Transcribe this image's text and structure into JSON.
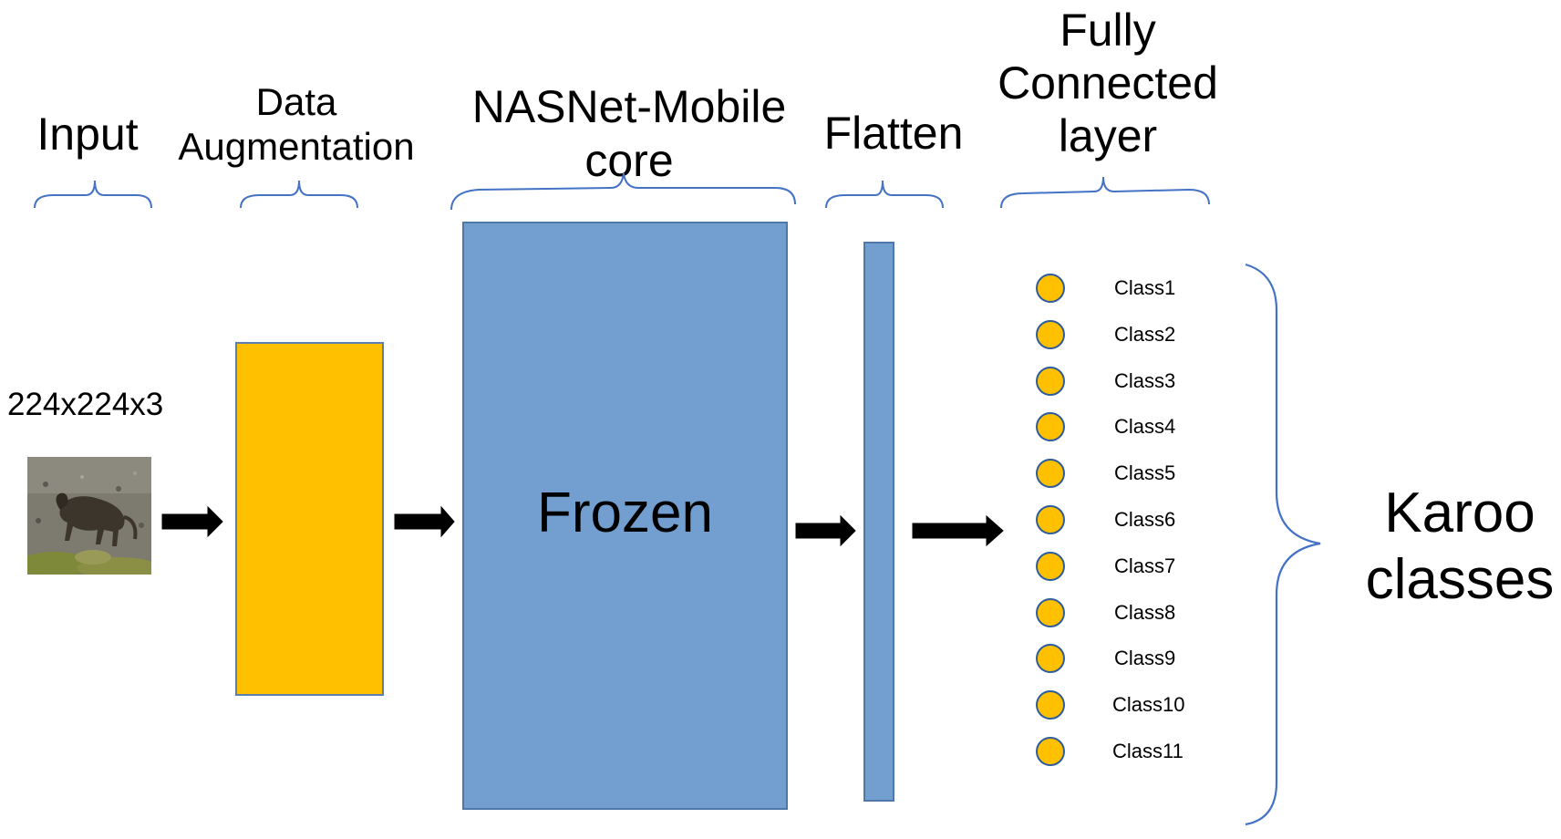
{
  "diagram": {
    "headers": {
      "input": "Input",
      "augmentation": "Data Augmentation",
      "core": "NASNet-Mobile core",
      "flatten": "Flatten",
      "fully_connected": "Fully Connected layer"
    },
    "input_size": "224x224x3",
    "frozen_label": "Frozen",
    "classes": [
      "Class1",
      "Class2",
      "Class3",
      "Class4",
      "Class5",
      "Class6",
      "Class7",
      "Class8",
      "Class9",
      "Class10",
      "Class11"
    ],
    "output_label": "Karoo classes",
    "colors": {
      "augmentation_fill": "#ffc000",
      "core_fill": "#729fcf",
      "flatten_fill": "#729fcf",
      "node_fill": "#ffc000",
      "node_border": "#2f5d9a",
      "brace": "#4472c4",
      "arrow": "#000000"
    },
    "icons": {
      "input_image": "baboon-photo",
      "arrow": "right-arrow-icon"
    }
  }
}
